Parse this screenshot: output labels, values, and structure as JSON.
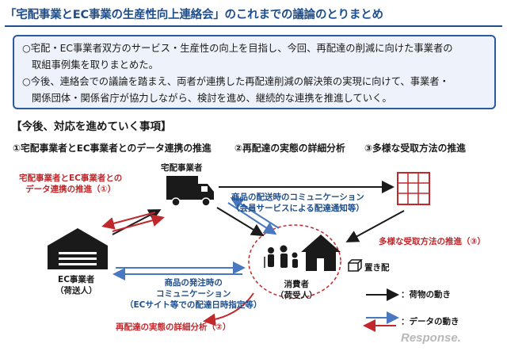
{
  "title": "「宅配事業とEC事業の生産性向上連絡会」のこれまでの議論のとりまとめ",
  "summary": {
    "line1": "○宅配・EC事業者双方のサービス・生産性の向上を目指し、今回、再配達の削減に向けた事業者の",
    "line2": "取組事例集を取りまとめた。",
    "line3": "○今後、連絡会での議論を踏まえ、両者が連携した再配達削減の解決策の実現に向けて、事業者・",
    "line4": "関係団体・関係省庁が協力しながら、検討を進め、継続的な連携を推進していく。"
  },
  "section_heading": "【今後、対応を進めていく事項】",
  "topics": {
    "t1": "①宅配事業者とEC事業者とのデータ連携の推進",
    "t2": "②再配達の実態の詳細分析",
    "t3": "③多様な受取方法の推進"
  },
  "nodes": {
    "courier": "宅配事業者",
    "ec_line1": "EC事業者",
    "ec_line2": "（荷送人）",
    "consumer_line1": "消費者",
    "consumer_line2": "（荷受人）",
    "okihai": "置き配"
  },
  "labels": {
    "data_link_1": "宅配事業者とEC事業者との",
    "data_link_2": "データ連携の推進（①）",
    "delivery_comm_1": "商品の配送時のコミュニケーション",
    "delivery_comm_2": "（会員サービスによる配達通知等）",
    "order_comm_1": "商品の発注時の",
    "order_comm_2": "コミュニケーション",
    "order_comm_3": "（ECサイト等での配達日時指定等）",
    "receipt_methods": "多様な受取方法の推進（③）",
    "redelivery_analysis": "再配達の実態の詳細分析（②）"
  },
  "legend": {
    "goods": "：荷物の動き",
    "data": "：データの動き"
  },
  "watermark": "Response.",
  "colors": {
    "title_blue": "#1f4e8c",
    "accent_red": "#c0282c",
    "accent_blue": "#4a78c0",
    "box_fill": "#eef3fb"
  }
}
